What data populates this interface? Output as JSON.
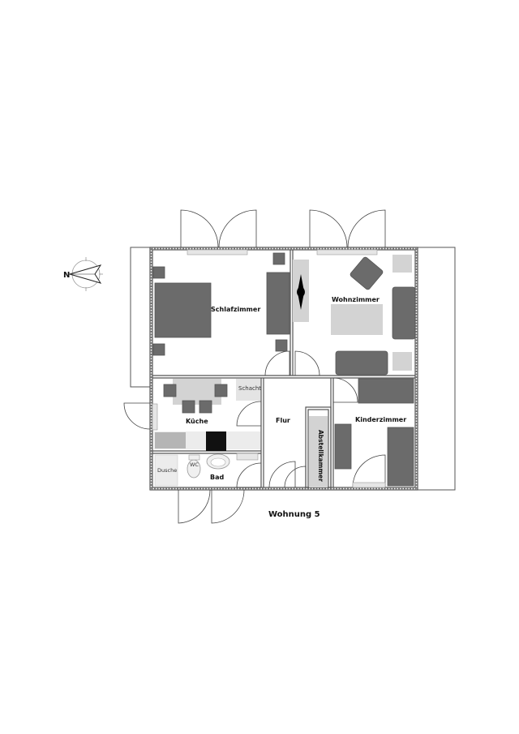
{
  "plan": {
    "title": "Wohnung 5",
    "compass": {
      "letter": "N"
    },
    "rooms": [
      {
        "id": "schlafzimmer",
        "label": "Schlafzimmer"
      },
      {
        "id": "wohnzimmer",
        "label": "Wohnzimmer"
      },
      {
        "id": "kueche",
        "label": "Küche"
      },
      {
        "id": "schacht",
        "label": "Schacht"
      },
      {
        "id": "flur",
        "label": "Flur"
      },
      {
        "id": "abstellkammer",
        "label": "Abstellkammer"
      },
      {
        "id": "kinderzimmer",
        "label": "Kinderzimmer"
      },
      {
        "id": "bad",
        "label": "Bad"
      },
      {
        "id": "wc",
        "label": "WC"
      },
      {
        "id": "dusche",
        "label": "Dusche"
      }
    ]
  },
  "colors": {
    "wall": "#555555",
    "furniture_dark": "#6b6b6b",
    "furniture_light": "#d3d3d3",
    "stove": "#111111",
    "background": "#ffffff"
  }
}
